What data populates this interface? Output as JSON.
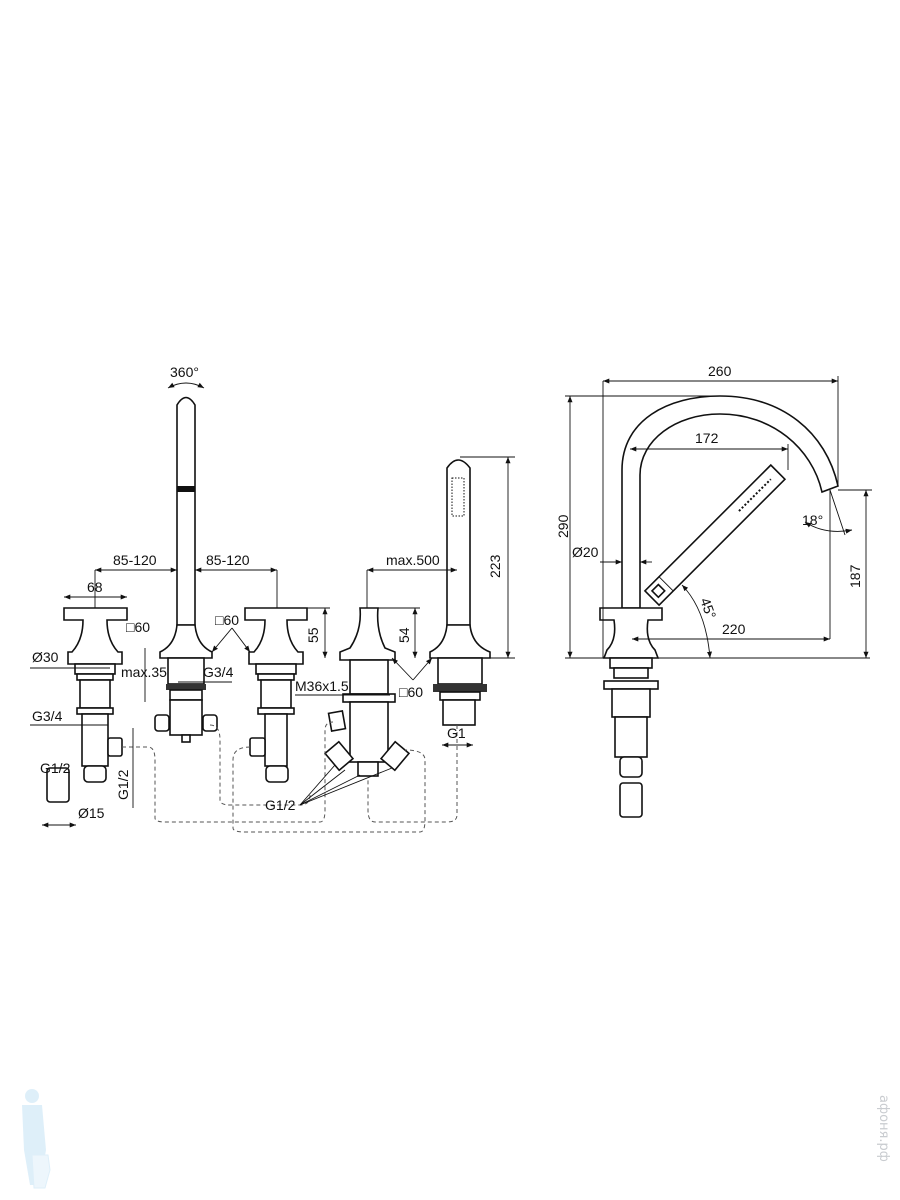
{
  "left_view": {
    "rotation": "360°",
    "spacing_left": "85-120",
    "spacing_right": "85-120",
    "handle_width": "68",
    "square_left": "□60",
    "square_middle": "□60",
    "square_right": "□60",
    "diameter_30": "Ø30",
    "max_thickness": "max.35",
    "thread_spout": "G3/4",
    "thread_valve": "G3/4",
    "thread_small": "G1/2",
    "diameter_15": "Ø15",
    "thread_vertical": "G1/2",
    "handle_height": "55",
    "diverter_height": "54",
    "diverter_thread": "M36x1.5",
    "hose_length": "max.500",
    "shower_height": "223",
    "shower_thread": "G1",
    "connections": "G1/2"
  },
  "side_view": {
    "width": "260",
    "height": "290",
    "reach_inner": "172",
    "pipe_diameter": "Ø20",
    "spout_angle": "18°",
    "shower_angle": "45°",
    "reach": "220",
    "outlet_height": "187"
  },
  "watermark": {
    "text": "афоня.рф"
  }
}
